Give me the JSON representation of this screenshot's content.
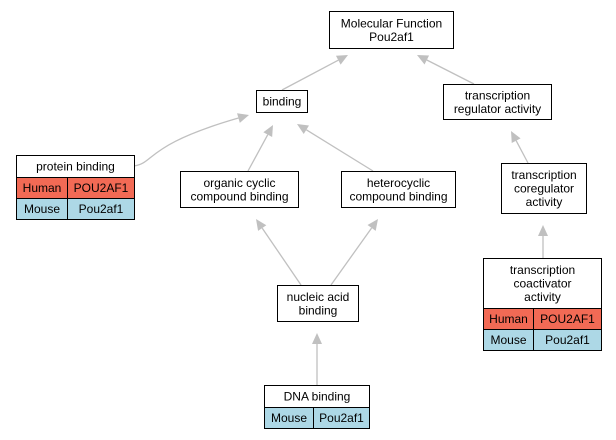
{
  "colors": {
    "human_row": "#f26a55",
    "mouse_row": "#add8e6",
    "node_fill": "#ffffff",
    "edge": "#c0c0c0"
  },
  "nodes": {
    "root": {
      "lines": [
        "Molecular Function",
        "Pou2af1"
      ]
    },
    "binding": {
      "lines": [
        "binding"
      ]
    },
    "transcription_regulator_activity": {
      "lines": [
        "transcription",
        "regulator activity"
      ]
    },
    "protein_binding": {
      "lines": [
        "protein binding"
      ],
      "rows": [
        {
          "species": "Human",
          "gene": "POU2AF1"
        },
        {
          "species": "Mouse",
          "gene": "Pou2af1"
        }
      ]
    },
    "organic_cyclic_compound_binding": {
      "lines": [
        "organic cyclic",
        "compound binding"
      ]
    },
    "heterocyclic_compound_binding": {
      "lines": [
        "heterocyclic",
        "compound binding"
      ]
    },
    "transcription_coregulator_activity": {
      "lines": [
        "transcription",
        "coregulator",
        "activity"
      ]
    },
    "nucleic_acid_binding": {
      "lines": [
        "nucleic acid",
        "binding"
      ]
    },
    "transcription_coactivator_activity": {
      "lines": [
        "transcription",
        "coactivator",
        "activity"
      ],
      "rows": [
        {
          "species": "Human",
          "gene": "POU2AF1"
        },
        {
          "species": "Mouse",
          "gene": "Pou2af1"
        }
      ]
    },
    "dna_binding": {
      "lines": [
        "DNA binding"
      ],
      "rows": [
        {
          "species": "Mouse",
          "gene": "Pou2af1"
        }
      ]
    }
  },
  "edges": [
    {
      "from": "binding",
      "to": "root"
    },
    {
      "from": "transcription_regulator_activity",
      "to": "root"
    },
    {
      "from": "protein_binding",
      "to": "binding"
    },
    {
      "from": "organic_cyclic_compound_binding",
      "to": "binding"
    },
    {
      "from": "heterocyclic_compound_binding",
      "to": "binding"
    },
    {
      "from": "transcription_coregulator_activity",
      "to": "transcription_regulator_activity"
    },
    {
      "from": "nucleic_acid_binding",
      "to": "organic_cyclic_compound_binding"
    },
    {
      "from": "nucleic_acid_binding",
      "to": "heterocyclic_compound_binding"
    },
    {
      "from": "transcription_coactivator_activity",
      "to": "transcription_coregulator_activity"
    },
    {
      "from": "dna_binding",
      "to": "nucleic_acid_binding"
    }
  ]
}
